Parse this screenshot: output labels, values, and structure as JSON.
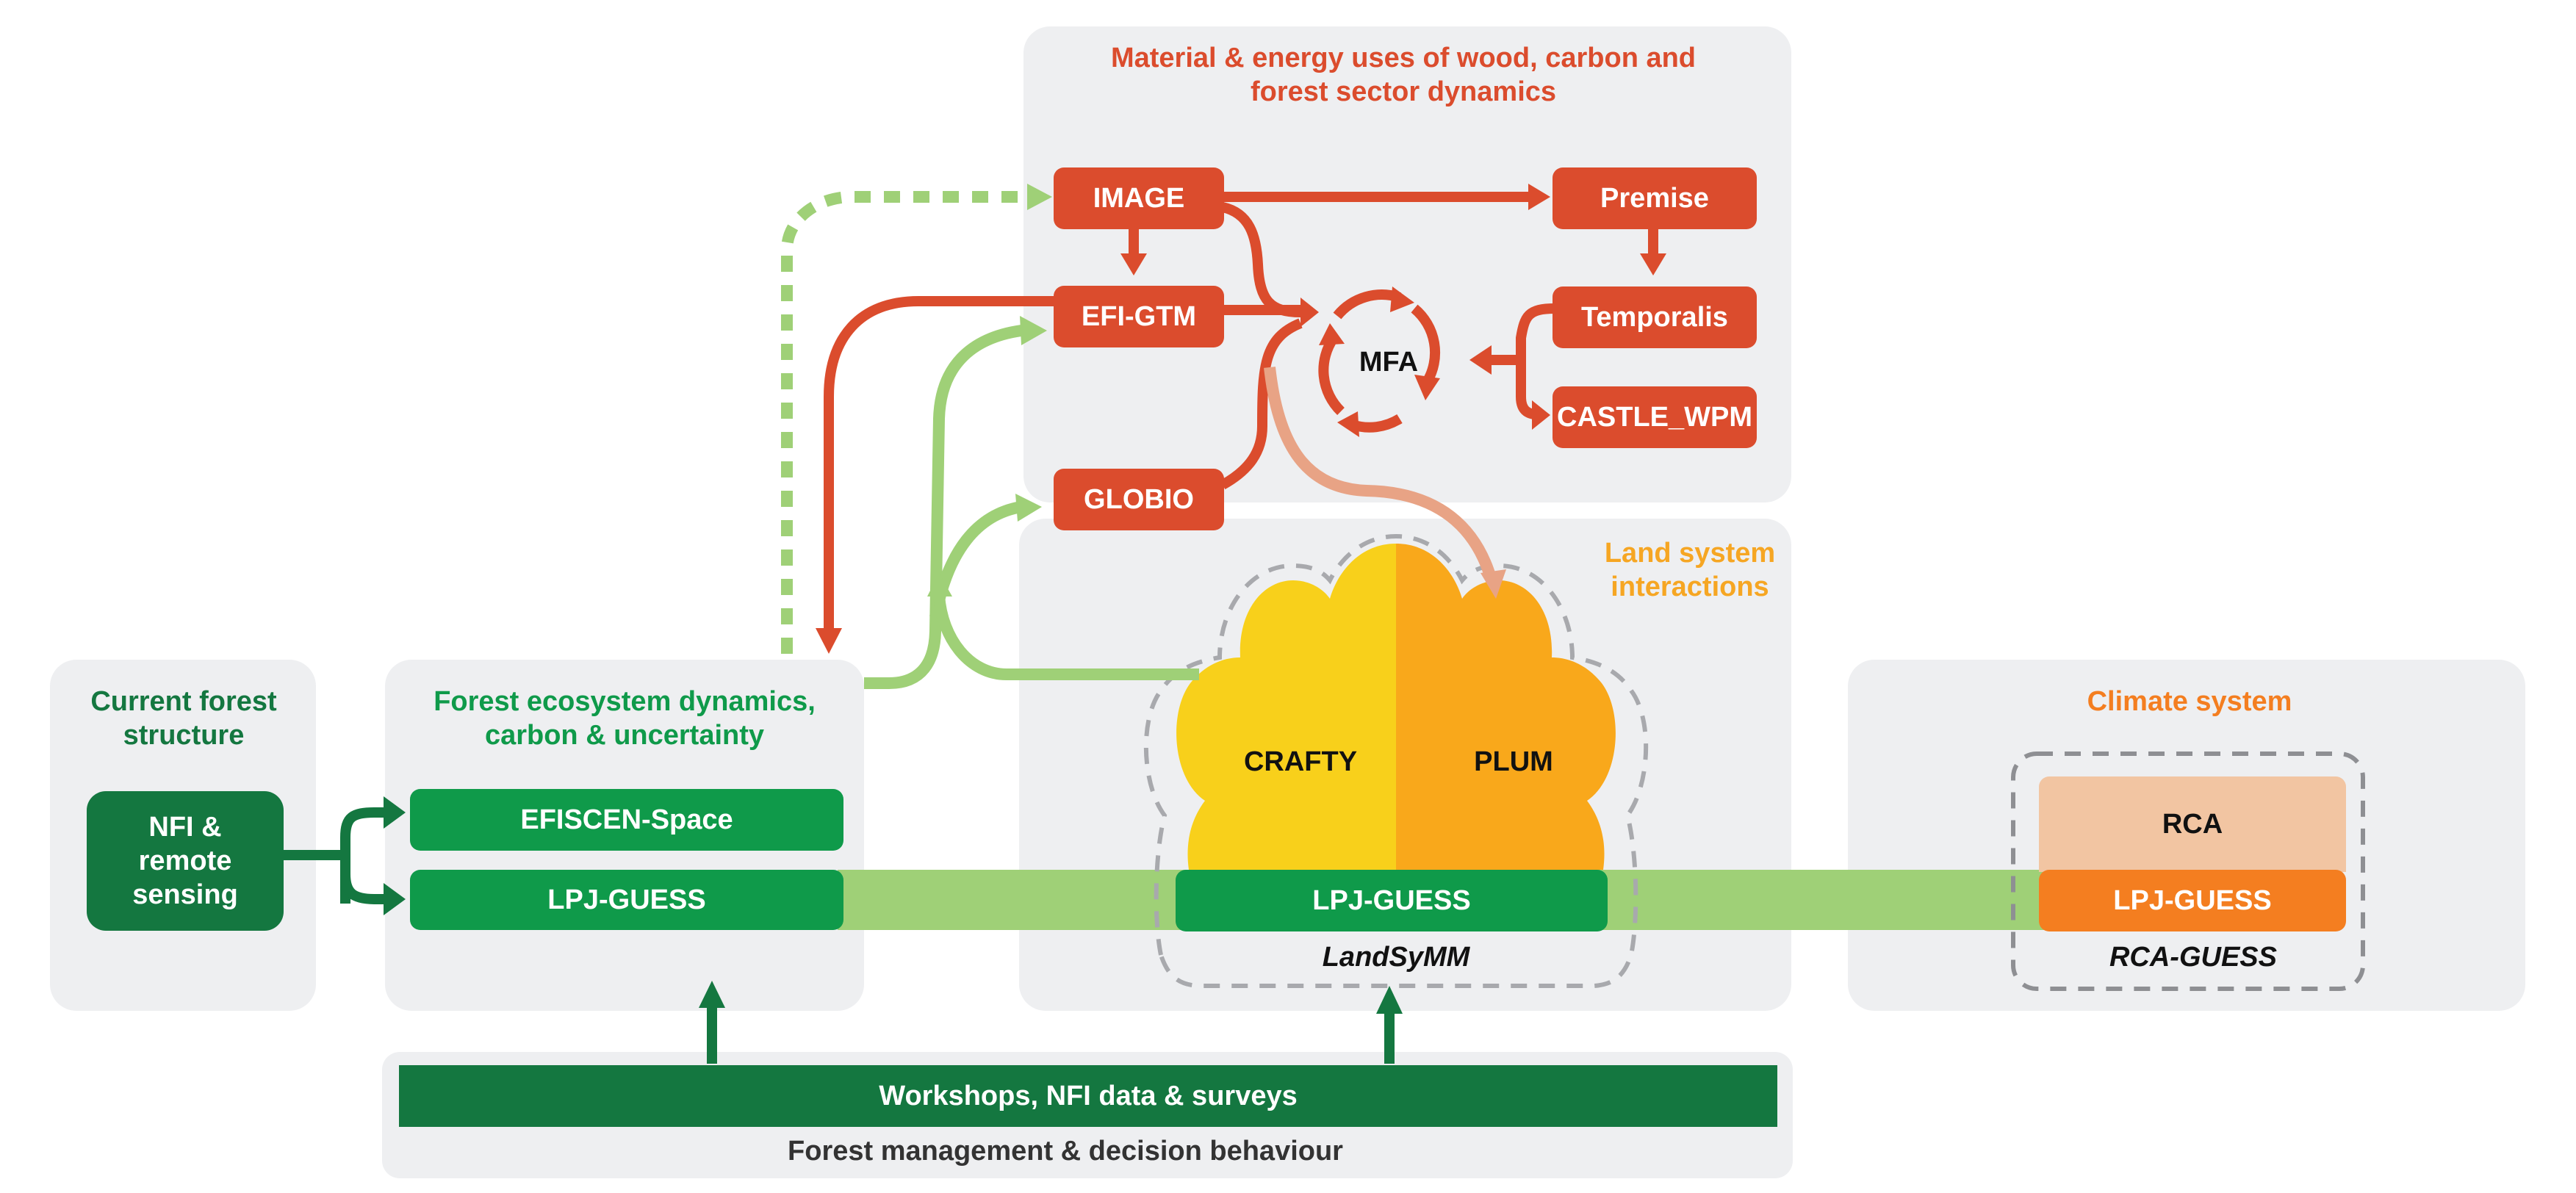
{
  "panels": {
    "current_forest": {
      "title": "Current forest structure",
      "color": "#147740"
    },
    "forest_ecosystem": {
      "title": "Forest ecosystem dynamics, carbon & uncertainty",
      "color": "#0f9a4a"
    },
    "material_energy": {
      "title": "Material & energy uses of wood, carbon and forest sector dynamics",
      "color": "#db4c2d"
    },
    "land_system": {
      "title": "Land system interactions",
      "color": "#f6a623"
    },
    "climate_system": {
      "title": "Climate system",
      "color": "#f47e20"
    },
    "forest_management": {
      "title": "Forest management & decision behaviour",
      "color": "#333333"
    }
  },
  "nodes": {
    "nfi": "NFI & remote sensing",
    "efiscen": "EFISCEN-Space",
    "lpj_forest": "LPJ-GUESS",
    "image": "IMAGE",
    "efi_gtm": "EFI-GTM",
    "globio": "GLOBIO",
    "premise": "Premise",
    "temporalis": "Temporalis",
    "castle": "CASTLE_WPM",
    "mfa": "MFA",
    "crafty": "CRAFTY",
    "plum": "PLUM",
    "lpj_land": "LPJ-GUESS",
    "landsymm": "LandSyMM",
    "rca": "RCA",
    "lpj_climate": "LPJ-GUESS",
    "rca_guess": "RCA-GUESS",
    "workshops": "Workshops, NFI data & surveys"
  },
  "colors": {
    "red": "#db4c2d",
    "light_green": "#9fd077",
    "green": "#0f9a4a",
    "dark_green": "#147740",
    "yellow": "#f8d01b",
    "orange": "#f9a81b",
    "salmon": "#e8a385",
    "peach": "#f2c5a2",
    "climate_orange": "#f47e20",
    "panel_bg": "#eeeff1",
    "dash_gray": "#a8a9ad"
  }
}
